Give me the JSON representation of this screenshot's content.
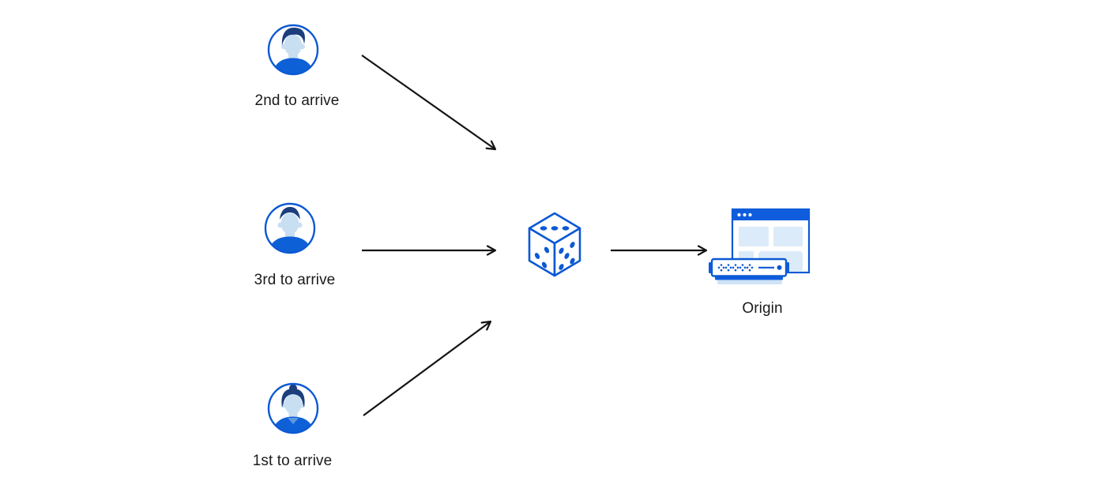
{
  "diagram": {
    "description": "Three users arrive in sequence; requests pass through a random (dice) selector to a single origin server",
    "background": "#ffffff"
  },
  "labels": {
    "user_top": "2nd to arrive",
    "user_middle": "3rd to arrive",
    "user_bottom": "1st to arrive",
    "origin": "Origin"
  },
  "nodes": [
    {
      "id": "user-top",
      "icon": "user-male-avatar-icon",
      "label": "2nd to arrive"
    },
    {
      "id": "user-middle",
      "icon": "user-male-avatar-icon",
      "label": "3rd to arrive"
    },
    {
      "id": "user-bottom",
      "icon": "user-female-avatar-icon",
      "label": "1st to arrive"
    },
    {
      "id": "random-selector",
      "icon": "dice-icon",
      "label": ""
    },
    {
      "id": "origin",
      "icon": "origin-server-icon",
      "label": "Origin"
    }
  ],
  "edges": [
    {
      "from": "user-top",
      "to": "random-selector"
    },
    {
      "from": "user-middle",
      "to": "random-selector"
    },
    {
      "from": "user-bottom",
      "to": "random-selector"
    },
    {
      "from": "random-selector",
      "to": "origin"
    }
  ],
  "colors": {
    "accent_blue": "#0c59d4",
    "titlebar_blue": "#0f5ddd",
    "dark_navy_hair": "#1c3e7d",
    "face_light_blue": "#c8dff2",
    "panel_light_blue": "#dcebf9",
    "shadow_light_blue": "#cfe3f6",
    "arrow_black": "#141414",
    "label_text": "#1b1b1d"
  }
}
